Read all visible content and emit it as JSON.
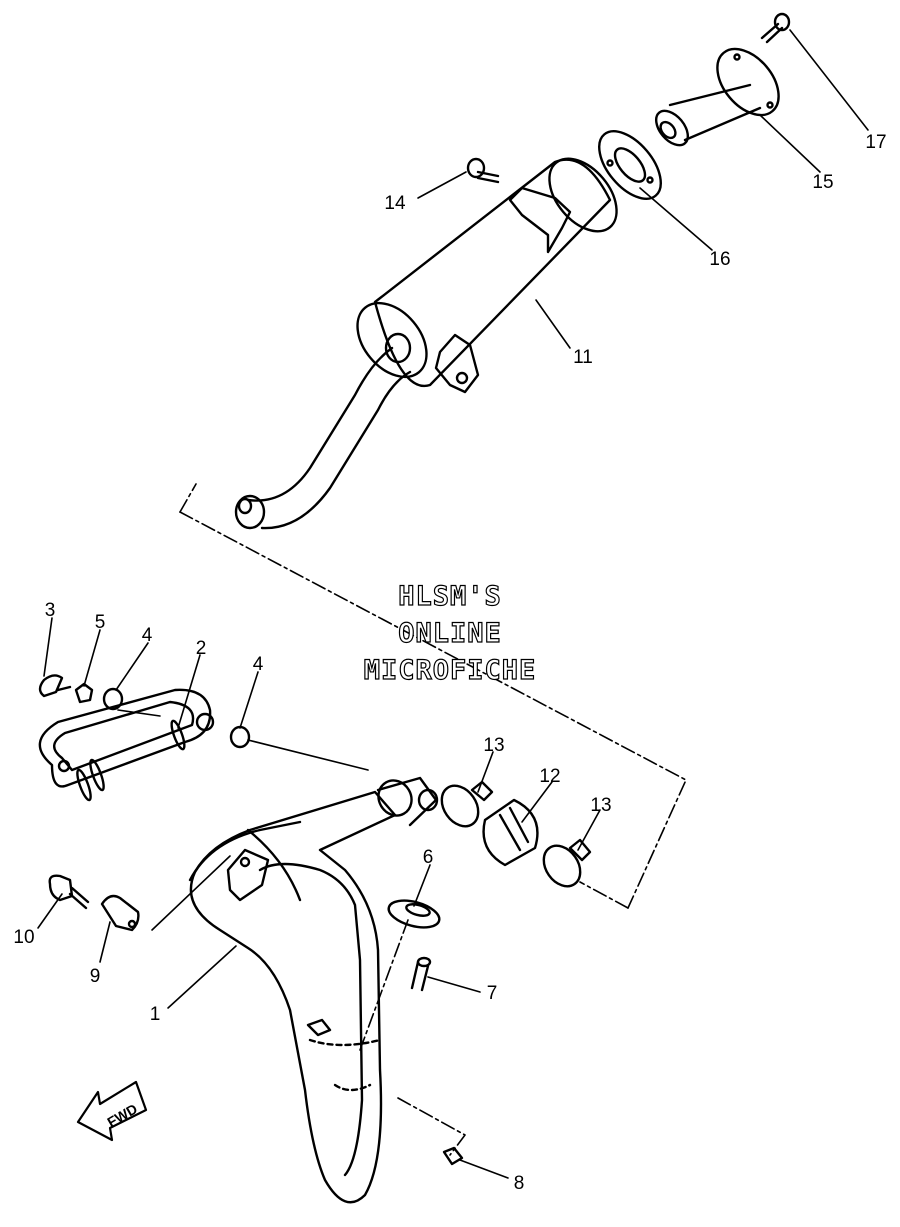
{
  "diagram": {
    "callouts": [
      "1",
      "2",
      "3",
      "4",
      "4",
      "5",
      "6",
      "7",
      "8",
      "9",
      "10",
      "11",
      "12",
      "13",
      "13",
      "14",
      "15",
      "16",
      "17"
    ],
    "fwd_label": "FWD"
  },
  "watermark": {
    "line1": "HLSM'S",
    "line2": "ONLINE",
    "line3": "MICROFICHE"
  }
}
